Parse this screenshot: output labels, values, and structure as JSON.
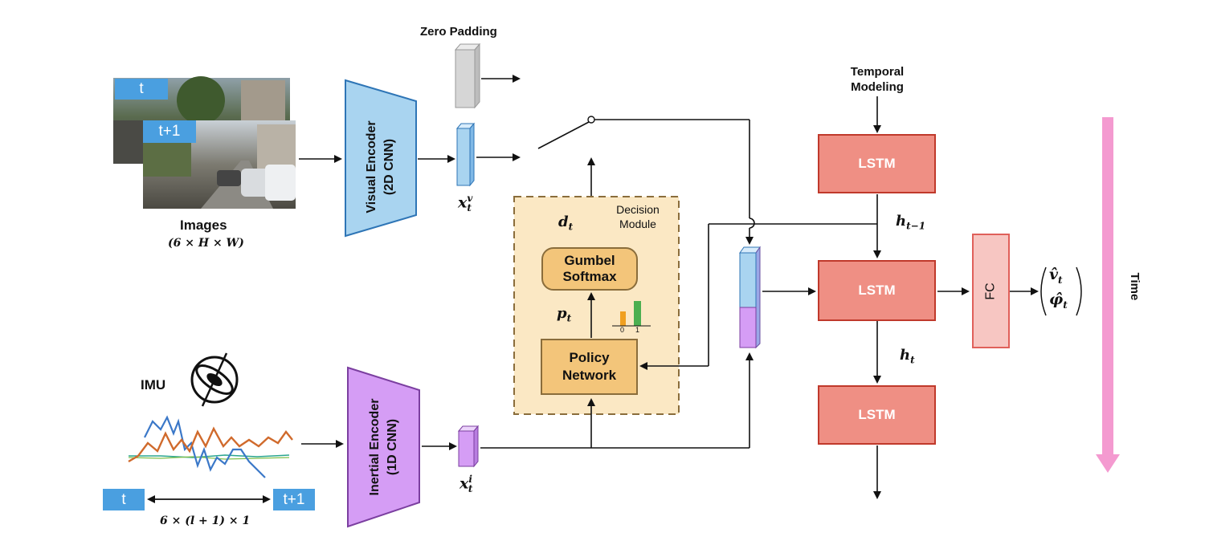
{
  "images": {
    "tag_t": "t",
    "tag_t1": "t+1",
    "label": "Images",
    "dims": "(6 × H × W)"
  },
  "zero_padding": "Zero Padding",
  "visual_encoder": {
    "line1": "Visual Encoder",
    "line2": "(2D CNN)"
  },
  "inertial_encoder": {
    "line1": "Inertial Encoder",
    "line2": "(1D CNN)"
  },
  "x_v": "x",
  "x_v_sup": "v",
  "x_v_sub": "t",
  "x_i": "x",
  "x_i_sup": "i",
  "x_i_sub": "t",
  "imu": {
    "label": "IMU",
    "tag_t": "t",
    "tag_t1": "t+1",
    "dims": "6 × (l + 1) × 1"
  },
  "decision_module": {
    "title_line1": "Decision",
    "title_line2": "Module",
    "d": "d",
    "d_sub": "t",
    "p": "p",
    "p_sub": "t",
    "gumbel_line1": "Gumbel",
    "gumbel_line2": "Softmax",
    "policy_line1": "Policy",
    "policy_line2": "Network",
    "hist_tick0": "0",
    "hist_tick1": "1"
  },
  "temporal": {
    "line1": "Temporal",
    "line2": "Modeling"
  },
  "lstm": {
    "top": "LSTM",
    "mid": "LSTM",
    "bottom": "LSTM"
  },
  "h_prev": "h",
  "h_prev_sub": "t−1",
  "h_t": "h",
  "h_t_sub": "t",
  "fc": "FC",
  "output": {
    "v": "v̂",
    "v_sub": "t",
    "phi": "φ̂",
    "phi_sub": "t"
  },
  "time": "Time",
  "colors": {
    "blue_tag": "#4a9fe0",
    "visual_fill": "#a9d4f0",
    "visual_stroke": "#2e75b6",
    "inertial_fill": "#d59df5",
    "inertial_stroke": "#7b3fa0",
    "decision_fill": "#fbe8c4",
    "decision_stroke": "#8a6d3b",
    "inner_box_fill": "#f3c57a",
    "lstm_fill": "#ef8f84",
    "lstm_stroke": "#c0392b",
    "fc_fill": "#f7c6c2",
    "time_arrow": "#f49ad0"
  }
}
